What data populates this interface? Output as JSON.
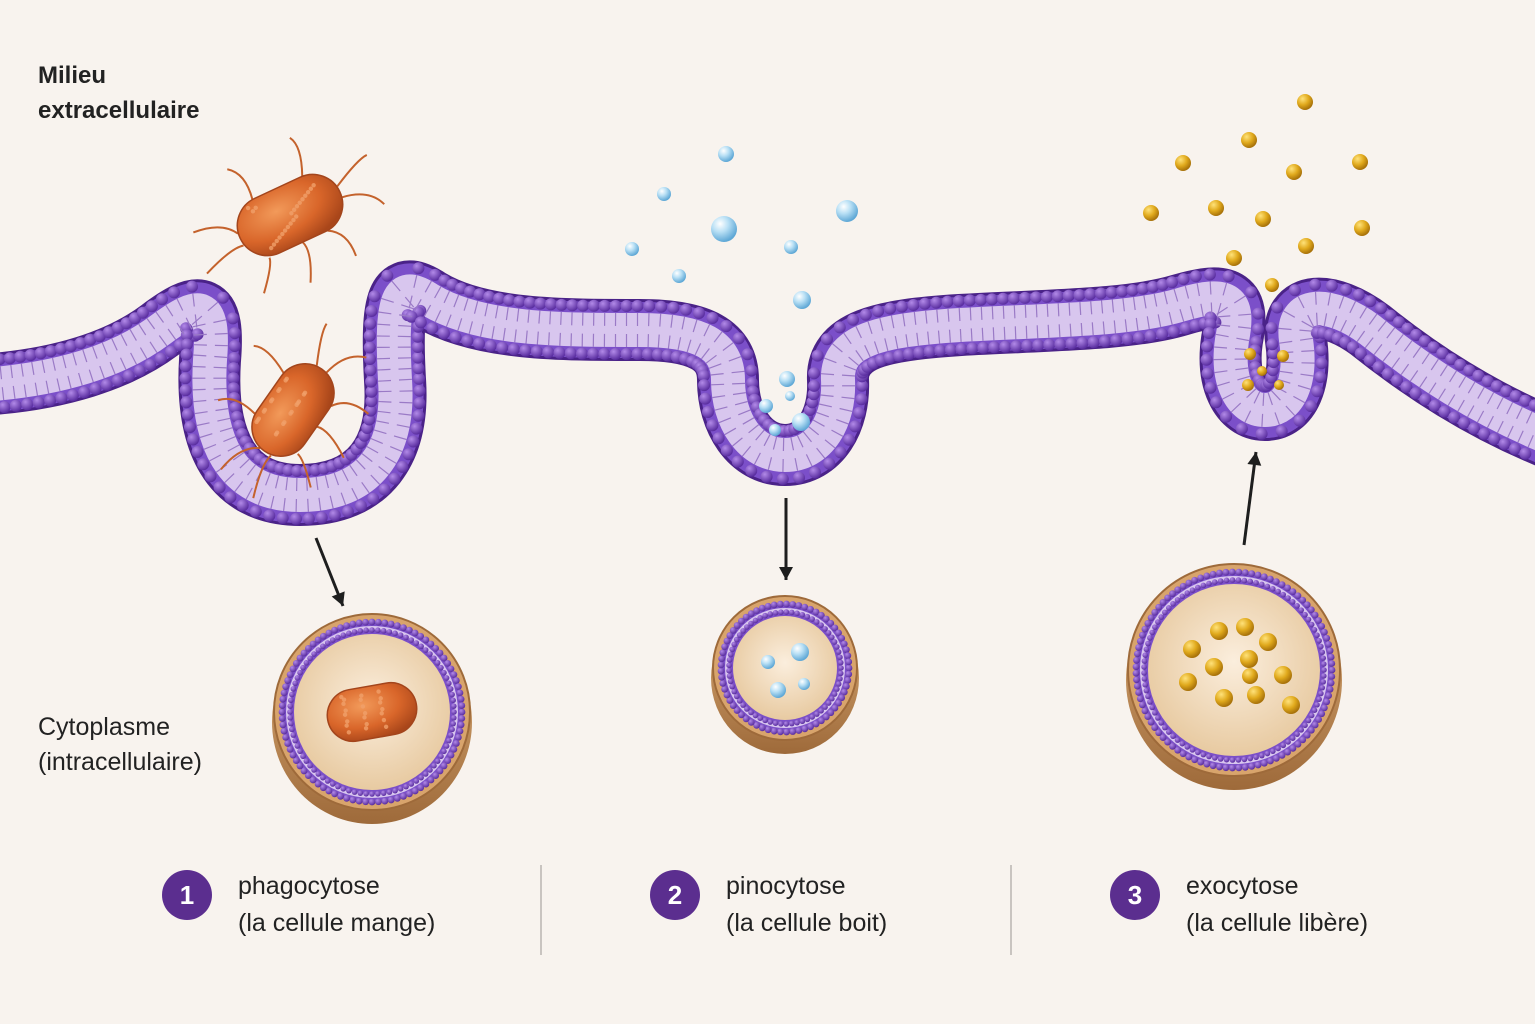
{
  "labels": {
    "extracellular": "Milieu\nextracellulaire",
    "cytoplasm": "Cytoplasme\n(intracellulaire)"
  },
  "legend": [
    {
      "number": "1",
      "title": "phagocytose",
      "subtitle": "(la cellule mange)"
    },
    {
      "number": "2",
      "title": "pinocytose",
      "subtitle": "(la cellule boit)"
    },
    {
      "number": "3",
      "title": "exocytose",
      "subtitle": "(la cellule libère)"
    }
  ],
  "colors": {
    "membrane_head": "#7b4fc9",
    "membrane_dark": "#4a2288",
    "membrane_tail": "#d8c6ee",
    "bacterium": "#d9662a",
    "water_droplet": "#8fc8e8",
    "secretion_granule": "#e0a91c",
    "vesicle_rim": "#c99763",
    "number_badge": "#5b2e8f"
  }
}
